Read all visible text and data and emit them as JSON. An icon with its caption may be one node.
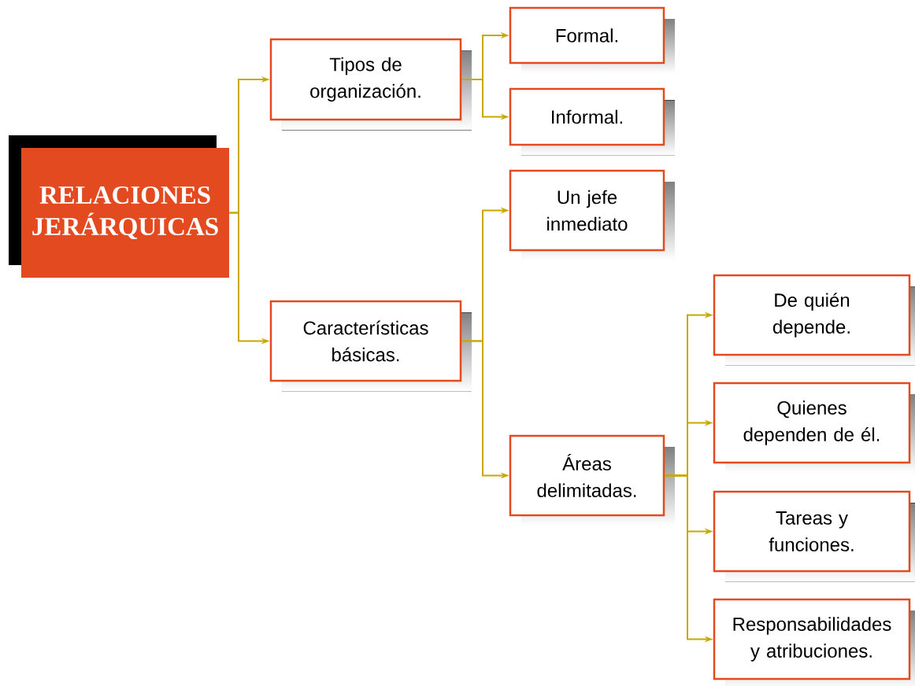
{
  "diagram": {
    "nodes": [
      {
        "text": [
          "RELACIONES JERÁRQUICAS"
        ]
      },
      {
        "text": [
          "Tipos de organización."
        ]
      },
      {
        "text": [
          "Formal."
        ]
      },
      {
        "text": [
          "Informal."
        ]
      },
      {
        "text": [
          "Características básicas."
        ]
      },
      {
        "text": [
          "Un jefe inmediato"
        ]
      },
      {
        "text": [
          "Áreas delimitadas."
        ]
      },
      {
        "text": [
          "De quién depende."
        ]
      },
      {
        "text": [
          "Quienes dependen de él."
        ]
      },
      {
        "text": [
          "Tareas y funciones."
        ]
      },
      {
        "text": [
          "Responsabilidades y atribuciones."
        ]
      }
    ],
    "edges": [
      {
        "from": 0,
        "to": 1,
        "arrow": "to"
      },
      {
        "from": 0,
        "to": 4,
        "arrow": "to"
      },
      {
        "from": 1,
        "to": 2,
        "arrow": "to"
      },
      {
        "from": 1,
        "to": 3,
        "arrow": "to"
      },
      {
        "from": 4,
        "to": 5,
        "arrow": "to"
      },
      {
        "from": 4,
        "to": 6,
        "arrow": "to"
      },
      {
        "from": 6,
        "to": 7,
        "arrow": "to"
      },
      {
        "from": 6,
        "to": 8,
        "arrow": "to"
      },
      {
        "from": 6,
        "to": 9,
        "arrow": "to"
      },
      {
        "from": 6,
        "to": 10,
        "arrow": "to"
      }
    ]
  }
}
